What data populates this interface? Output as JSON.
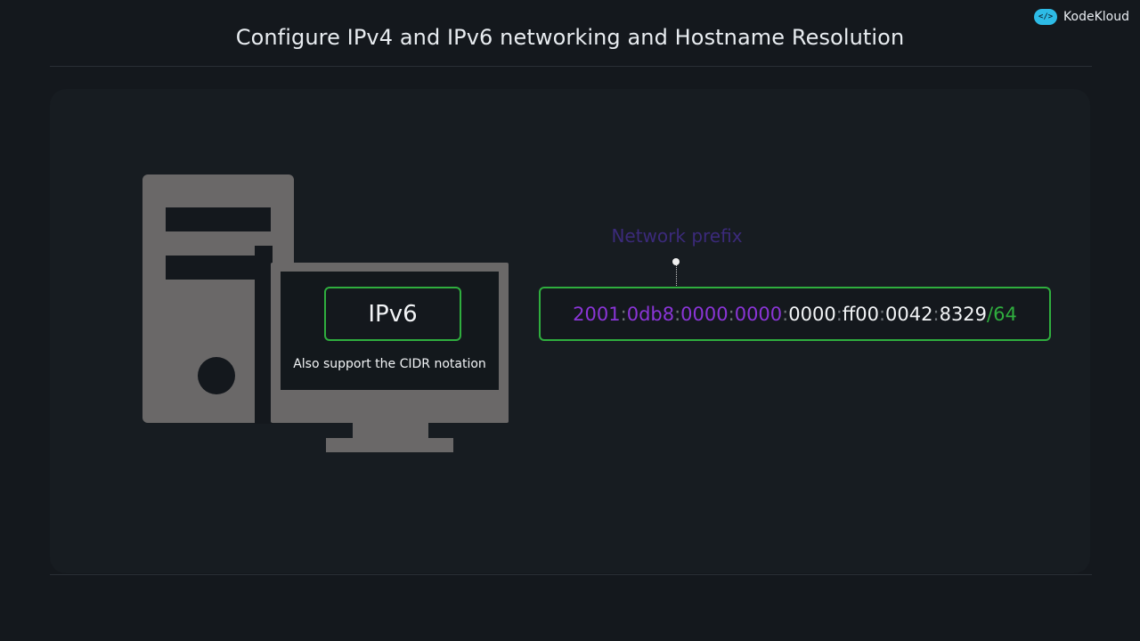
{
  "header": {
    "title": "Configure IPv4 and IPv6 networking and Hostname Resolution"
  },
  "logo": {
    "text": "KodeKloud"
  },
  "illustration": {
    "badge": "IPv6",
    "caption": "Also support the CIDR notation"
  },
  "address": {
    "label": "Network prefix",
    "segments": [
      "2001",
      "0db8",
      "0000",
      "0000",
      "0000",
      "ff00",
      "0042",
      "8329"
    ],
    "separator": ":",
    "prefix_length": "/64"
  },
  "colors": {
    "background": "#14181d",
    "accent_green": "#2fae3e",
    "network_purple": "#8a35d6",
    "computer_gray": "#6a6868"
  }
}
